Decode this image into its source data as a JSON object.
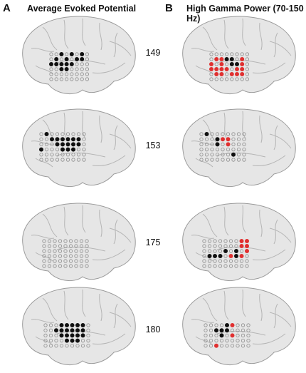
{
  "panels": [
    {
      "letter": "A",
      "title": "Average Evoked Potential"
    },
    {
      "letter": "B",
      "title": "High Gamma Power (70-150 Hz)"
    }
  ],
  "subjects": [
    "149",
    "153",
    "175",
    "180"
  ],
  "colors": {
    "brain_fill": "#e6e6e6",
    "brain_stroke": "#9a9a9a",
    "sulcus": "#b5b5b5",
    "electrode_black": "#111111",
    "electrode_red": "#e03030",
    "electrode_empty": "#8c8c8c"
  },
  "grids": [
    {
      "cols": 8,
      "rows": 6,
      "a_black": [
        [
          2,
          0
        ],
        [
          4,
          0
        ],
        [
          6,
          0
        ],
        [
          1,
          1
        ],
        [
          3,
          1
        ],
        [
          5,
          1
        ],
        [
          6,
          1
        ],
        [
          0,
          2
        ],
        [
          1,
          2
        ],
        [
          2,
          2
        ],
        [
          3,
          2
        ],
        [
          4,
          2
        ],
        [
          2,
          3
        ],
        [
          3,
          3
        ]
      ],
      "b_black": [
        [
          3,
          1
        ],
        [
          4,
          1
        ],
        [
          5,
          2
        ],
        [
          4,
          2
        ]
      ],
      "b_red": [
        [
          1,
          1
        ],
        [
          2,
          1
        ],
        [
          6,
          1
        ],
        [
          0,
          2
        ],
        [
          2,
          2
        ],
        [
          6,
          2
        ],
        [
          0,
          3
        ],
        [
          1,
          3
        ],
        [
          2,
          3
        ],
        [
          3,
          3
        ],
        [
          5,
          3
        ],
        [
          6,
          3
        ],
        [
          1,
          4
        ],
        [
          2,
          4
        ],
        [
          4,
          4
        ],
        [
          5,
          4
        ],
        [
          6,
          4
        ]
      ]
    },
    {
      "cols": 9,
      "rows": 6,
      "a_black": [
        [
          1,
          0
        ],
        [
          3,
          1
        ],
        [
          4,
          1
        ],
        [
          5,
          1
        ],
        [
          6,
          1
        ],
        [
          7,
          1
        ],
        [
          3,
          2
        ],
        [
          4,
          2
        ],
        [
          5,
          2
        ],
        [
          6,
          2
        ],
        [
          7,
          2
        ],
        [
          4,
          3
        ],
        [
          5,
          3
        ],
        [
          6,
          3
        ],
        [
          0,
          3
        ],
        [
          2,
          1
        ]
      ],
      "b_black": [
        [
          1,
          0
        ],
        [
          3,
          1
        ],
        [
          3,
          2
        ],
        [
          6,
          4
        ]
      ],
      "b_red": [
        [
          4,
          1
        ],
        [
          5,
          1
        ],
        [
          5,
          2
        ]
      ]
    },
    {
      "cols": 9,
      "rows": 6,
      "a_black": [],
      "b_black": [
        [
          1,
          3
        ],
        [
          2,
          3
        ],
        [
          3,
          3
        ],
        [
          4,
          2
        ],
        [
          6,
          2
        ],
        [
          6,
          3
        ]
      ],
      "b_red": [
        [
          7,
          0
        ],
        [
          8,
          0
        ],
        [
          7,
          1
        ],
        [
          8,
          1
        ],
        [
          8,
          2
        ],
        [
          5,
          3
        ],
        [
          7,
          3
        ]
      ]
    },
    {
      "cols": 9,
      "rows": 5,
      "a_black": [
        [
          3,
          0
        ],
        [
          4,
          0
        ],
        [
          5,
          0
        ],
        [
          6,
          0
        ],
        [
          7,
          0
        ],
        [
          2,
          1
        ],
        [
          3,
          1
        ],
        [
          4,
          1
        ],
        [
          5,
          1
        ],
        [
          6,
          1
        ],
        [
          7,
          1
        ],
        [
          3,
          2
        ],
        [
          4,
          2
        ],
        [
          5,
          2
        ],
        [
          6,
          2
        ],
        [
          7,
          2
        ],
        [
          4,
          3
        ],
        [
          5,
          3
        ],
        [
          6,
          3
        ]
      ],
      "b_black": [
        [
          2,
          1
        ],
        [
          3,
          1
        ],
        [
          4,
          1
        ],
        [
          3,
          2
        ],
        [
          4,
          0
        ]
      ],
      "b_red": [
        [
          5,
          0
        ],
        [
          5,
          2
        ],
        [
          2,
          4
        ]
      ]
    }
  ]
}
